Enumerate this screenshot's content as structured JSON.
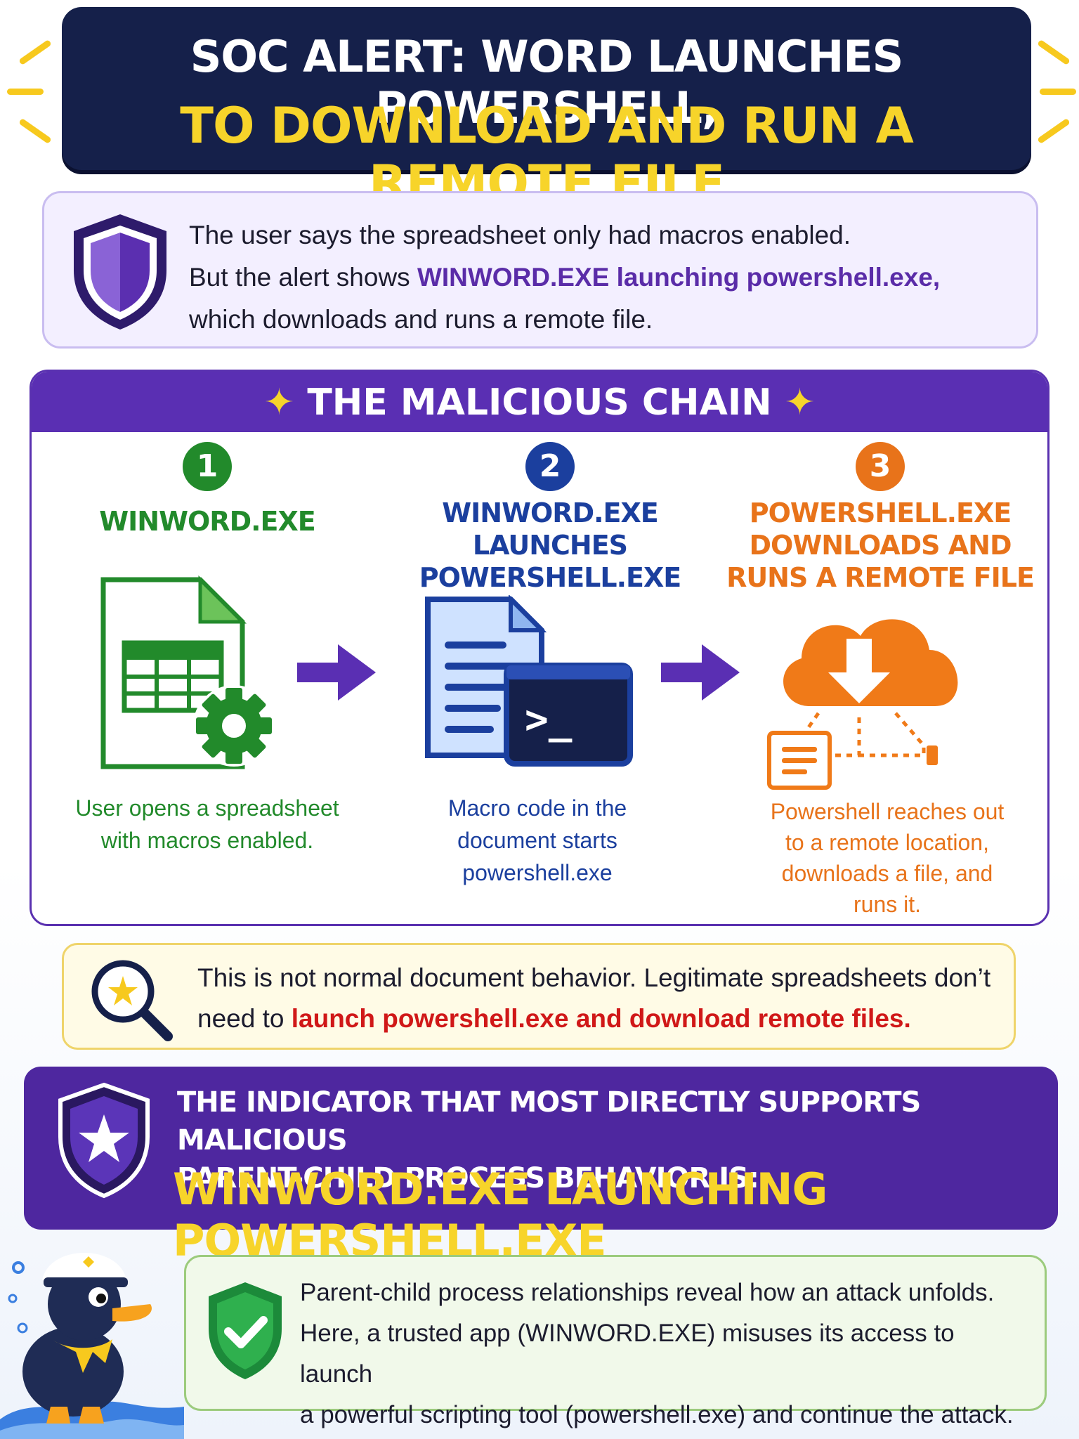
{
  "title": {
    "line1": "SOC ALERT: WORD LAUNCHES POWERSHELL,",
    "line2": "TO DOWNLOAD AND RUN A REMOTE FILE"
  },
  "intro": {
    "line1": "The user says the spreadsheet only had macros enabled.",
    "line2_prefix": "But the alert shows ",
    "line2_highlight": "WINWORD.EXE launching powershell.exe,",
    "line3": "which downloads and runs a remote file."
  },
  "chain": {
    "title": "THE MALICIOUS CHAIN",
    "steps": [
      {
        "number": "1",
        "title_lines": [
          "WINWORD.EXE"
        ],
        "desc_lines": [
          "User opens a spreadsheet",
          "with macros enabled."
        ],
        "color": "#228a2b"
      },
      {
        "number": "2",
        "title_lines": [
          "WINWORD.EXE LAUNCHES",
          "POWERSHELL.EXE"
        ],
        "desc_lines": [
          "Macro code in the",
          "document starts",
          "powershell.exe"
        ],
        "color": "#1b3f9e"
      },
      {
        "number": "3",
        "title_lines": [
          "POWERSHELL.EXE",
          "DOWNLOADS AND",
          "RUNS A REMOTE FILE"
        ],
        "desc_lines": [
          "Powershell reaches out",
          "to a remote location,",
          "downloads a file, and",
          "runs it."
        ],
        "color": "#e8731a"
      }
    ],
    "terminal_prompt": ">_"
  },
  "warning": {
    "line1": "This is not normal document behavior. Legitimate spreadsheets don’t",
    "line2_prefix": "need to ",
    "line2_highlight": "launch powershell.exe and download remote files."
  },
  "answer": {
    "lead_line1": "THE INDICATOR THAT MOST DIRECTLY SUPPORTS MALICIOUS",
    "lead_line2": "PARENT-CHILD PROCESS BEHAVIOR IS:",
    "value": "WINWORD.EXE LAUNCHING POWERSHELL.EXE"
  },
  "takeaway": {
    "line1": "Parent-child process relationships reveal how an attack unfolds.",
    "line2": "Here, a trusted app (WINWORD.EXE) misuses its access to launch",
    "line3": "a powerful scripting tool (powershell.exe) and continue the attack."
  },
  "colors": {
    "navy": "#15204a",
    "yellow": "#f7d42a",
    "purple": "#5a2fb3",
    "green": "#228a2b",
    "blue": "#1b3f9e",
    "orange": "#e8731a",
    "red": "#d01818"
  },
  "icons": [
    "shield-icon",
    "sparkle-icon",
    "spreadsheet-gear-icon",
    "arrow-right-icon",
    "document-terminal-icon",
    "cloud-download-icon",
    "magnifier-icon",
    "star-shield-icon",
    "check-shield-icon",
    "duck-mascot"
  ]
}
